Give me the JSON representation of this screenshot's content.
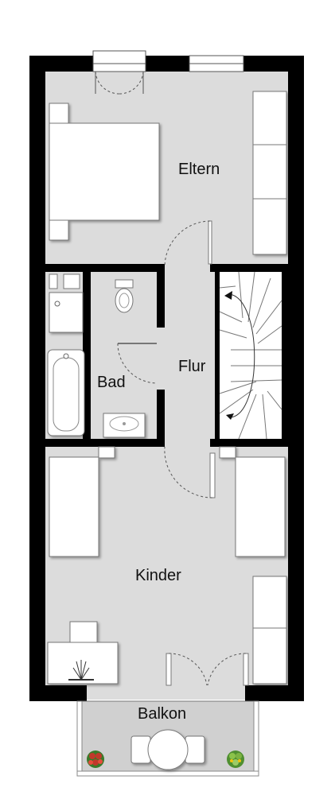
{
  "rooms": {
    "eltern": "Eltern",
    "bad": "Bad",
    "flur": "Flur",
    "kinder": "Kinder",
    "balkon": "Balkon"
  },
  "colors": {
    "wall": "#000000",
    "floor": "#dcdcdc",
    "furniture": "#ffffff",
    "outline": "#555555",
    "balcony_floor": "#d0d0d0",
    "plant_red": "#c0392b",
    "plant_green": "#5a9e3a"
  }
}
